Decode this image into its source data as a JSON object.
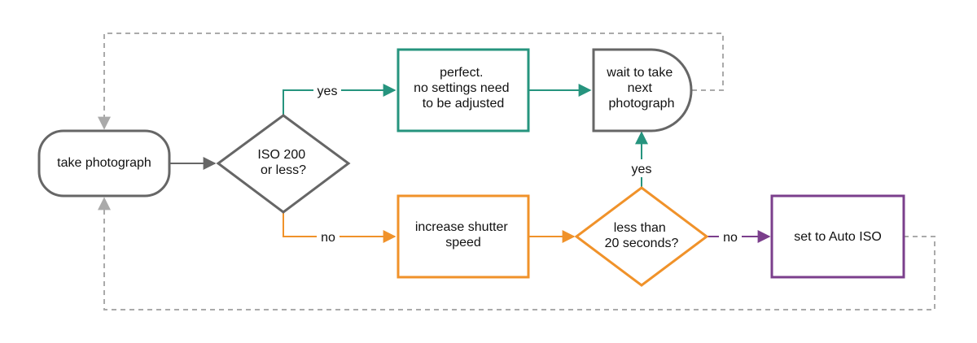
{
  "colors": {
    "gray": "#666666",
    "dashed_gray": "#aaaaaa",
    "green": "#26947e",
    "orange": "#f0922a",
    "purple": "#7b3f8c"
  },
  "nodes": {
    "take_photograph": {
      "lines": [
        "take photograph"
      ]
    },
    "iso_decision": {
      "lines": [
        "ISO 200",
        "or less?"
      ]
    },
    "perfect": {
      "lines": [
        "perfect.",
        "no settings need",
        "to be adjusted"
      ]
    },
    "wait": {
      "lines": [
        "wait to take",
        "next",
        "photograph"
      ]
    },
    "increase_shutter": {
      "lines": [
        "increase shutter",
        "speed"
      ]
    },
    "less_than_20": {
      "lines": [
        "less than",
        "20 seconds?"
      ]
    },
    "auto_iso": {
      "lines": [
        "set to Auto ISO"
      ]
    }
  },
  "edge_labels": {
    "iso_yes": "yes",
    "iso_no": "no",
    "less_yes": "yes",
    "less_no": "no"
  }
}
